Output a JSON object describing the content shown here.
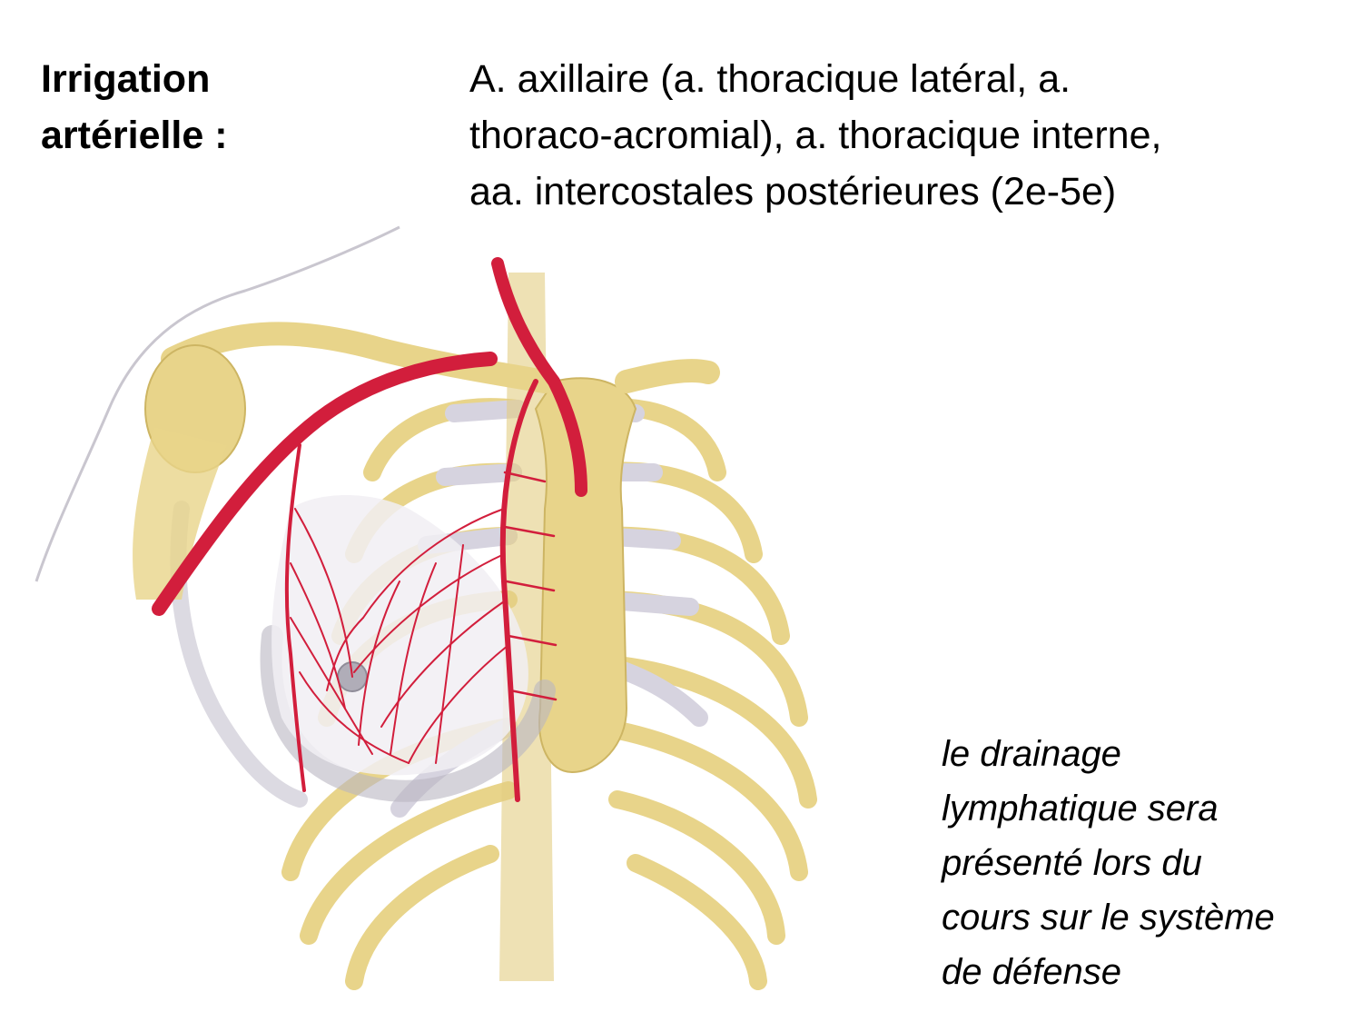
{
  "heading": {
    "line1": "Irrigation",
    "line2": "artérielle :"
  },
  "description": {
    "lines": [
      "A. axillaire (a. thoracique latéral, a.",
      "thoraco-acromial), a. thoracique interne,",
      "aa. intercostales postérieures (2e-5e)"
    ]
  },
  "note": {
    "lines": [
      "le drainage",
      "lymphatique sera",
      "présenté lors du",
      "cours sur le système",
      "de défense"
    ]
  },
  "illustration": {
    "subject": "anterior thoracic wall with breast arterial supply",
    "colors": {
      "bone": "#e8d48a",
      "bone_shadow": "#cdb563",
      "cartilage": "#d6d3df",
      "artery": "#d21e3c",
      "skin_outline": "#c9c6cf",
      "breast_shadow": "#b9b6c2"
    }
  }
}
